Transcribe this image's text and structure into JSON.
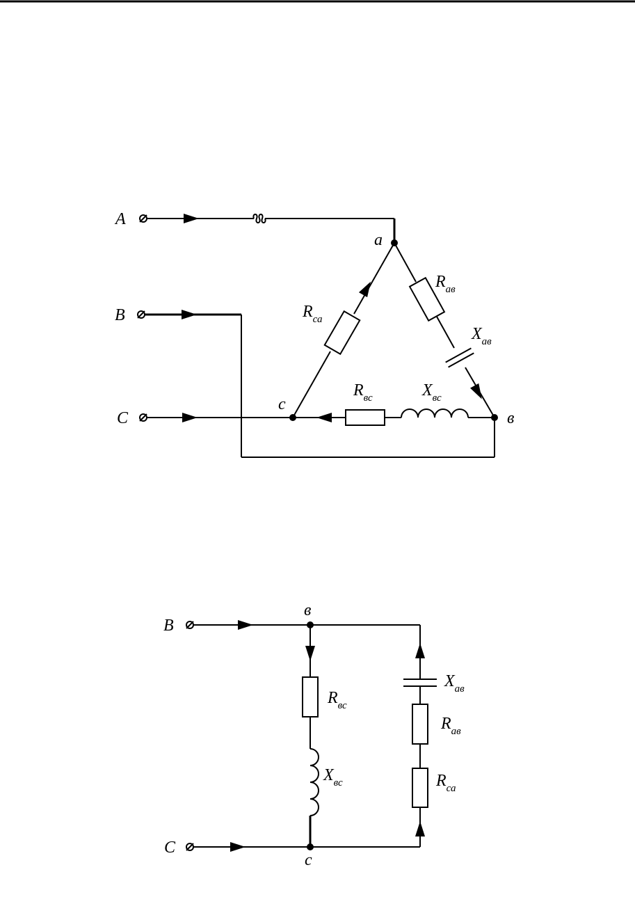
{
  "diagram1": {
    "terminals": {
      "A": "A",
      "B": "B",
      "C": "C"
    },
    "nodes": {
      "a": "a",
      "b": "в",
      "c": "c"
    },
    "elements": {
      "R_ab": {
        "main": "R",
        "sub": "ав"
      },
      "X_ab": {
        "main": "X",
        "sub": "ав"
      },
      "R_ca": {
        "main": "R",
        "sub": "са"
      },
      "R_bc": {
        "main": "R",
        "sub": "вс"
      },
      "X_bc": {
        "main": "X",
        "sub": "вс"
      }
    }
  },
  "diagram2": {
    "terminals": {
      "B": "B",
      "C": "C"
    },
    "nodes": {
      "b": "в",
      "c": "c"
    },
    "elements": {
      "R_bc": {
        "main": "R",
        "sub": "вс"
      },
      "X_bc": {
        "main": "X",
        "sub": "вс"
      },
      "X_ab": {
        "main": "X",
        "sub": "ав"
      },
      "R_ab": {
        "main": "R",
        "sub": "ав"
      },
      "R_ca": {
        "main": "R",
        "sub": "са"
      }
    }
  }
}
